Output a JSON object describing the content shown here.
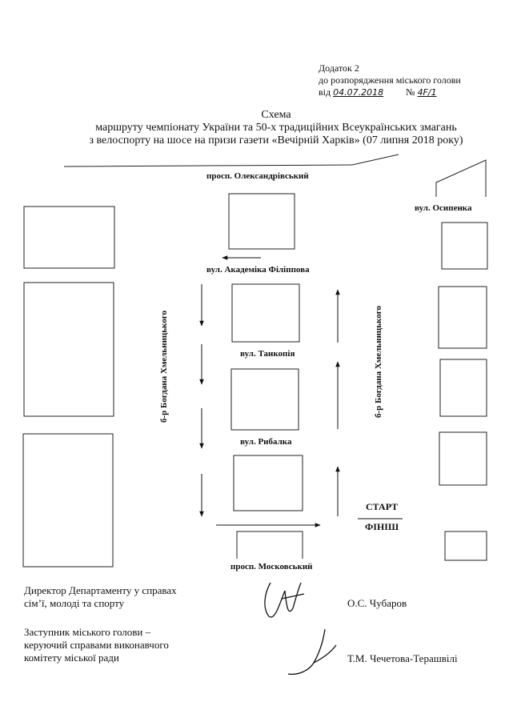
{
  "annex": {
    "line1": "Додаток 2",
    "line2": "до розпорядження міського голови",
    "from_label": "від",
    "date": "04.07.2018",
    "number_label": "№",
    "number": "4F/1"
  },
  "title": {
    "heading": "Схема",
    "line1": "маршруту чемпіонату України та 50-х традиційних Всеукраїнських змагань",
    "line2": "з велоспорту на шосе на призи газети «Вечірній Харків» (07 липня 2018 року)"
  },
  "streets": {
    "top": "просп. Олександрівський",
    "osypenka": "вул. Осипенка",
    "filippova": "вул. Академіка Філіппова",
    "tankopiya": "вул. Танкопія",
    "rybalka": "вул. Рибалка",
    "bottom": "просп. Московський",
    "boulevard_left": "б-р Богдана Хмельницького",
    "boulevard_right": "б-р Богдана Хмельницького"
  },
  "route": {
    "start": "СТАРТ",
    "finish": "ФІНІШ"
  },
  "signatures": {
    "director_line1": "Директор Департаменту у справах",
    "director_line2": "сім’ї, молоді та спорту",
    "director_name": "О.С. Чубаров",
    "deputy_line1": "Заступник міського голови –",
    "deputy_line2": "керуючий справами виконавчого",
    "deputy_line3": "комітету міської ради",
    "deputy_name": "Т.М. Чечетова-Терашвілі"
  }
}
